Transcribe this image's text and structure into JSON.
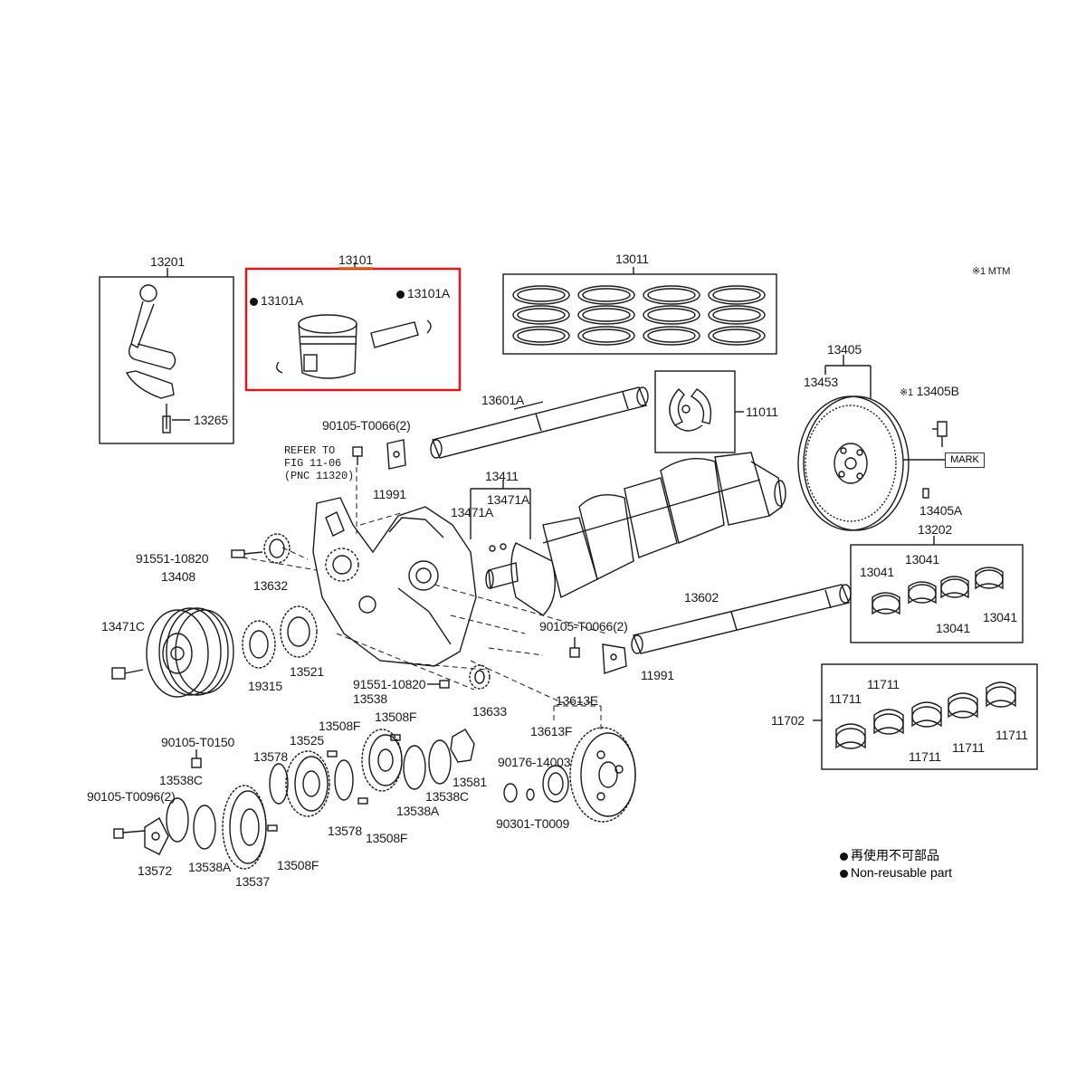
{
  "labels": {
    "p13201": "13201",
    "p13101": "13101",
    "p13101a_left": "13101A",
    "p13101a_right": "13101A",
    "p13011": "13011",
    "p13265": "13265",
    "p13601a": "13601A",
    "p11011": "11011",
    "p13405": "13405",
    "p13453": "13453",
    "p13405b": "13405B",
    "p13405b_mark": "※1",
    "p13405a": "13405A",
    "p13202": "13202",
    "p13041_a": "13041",
    "p13041_b": "13041",
    "p13041_c": "13041",
    "p13041_d": "13041",
    "p90105_t0066_top": "90105-T0066(2)",
    "p11991_top": "11991",
    "refer_line1": "REFER TO",
    "refer_line2": "FIG 11-06",
    "refer_line3": "(PNC 11320)",
    "p13411": "13411",
    "p13471a_a": "13471A",
    "p13471a_b": "13471A",
    "p91551_top": "91551-10820",
    "p13408": "13408",
    "p13632": "13632",
    "p13471c": "13471C",
    "p19315": "19315",
    "p13521": "13521",
    "p13602": "13602",
    "p90105_t0066_mid": "90105-T0066(2)",
    "p11991_mid": "11991",
    "p11702": "11702",
    "p11711_a": "11711",
    "p11711_b": "11711",
    "p11711_c": "11711",
    "p11711_d": "11711",
    "p11711_e": "11711",
    "p91551_mid": "91551-10820",
    "p13538": "13538",
    "p13633": "13633",
    "p13613e": "13613E",
    "p13613f": "13613F",
    "p90105_t0150": "90105-T0150",
    "p13508f_a": "13508F",
    "p13508f_b": "13508F",
    "p13508f_c": "13508F",
    "p13508f_d": "13508F",
    "p13525": "13525",
    "p13578_a": "13578",
    "p13578_b": "13578",
    "p13538c_a": "13538C",
    "p13538c_b": "13538C",
    "p90105_t0096": "90105-T0096(2)",
    "p13538a_a": "13538A",
    "p13538a_b": "13538A",
    "p13581": "13581",
    "p90176": "90176-14003",
    "p90301": "90301-T0009",
    "p13572": "13572",
    "p13537": "13537"
  },
  "note_mtm": "※1 MTM",
  "mark_label": "MARK",
  "legend": {
    "jp": "再使用不可部品",
    "en": "Non-reusable part"
  },
  "colors": {
    "highlight_box": "#e0161b",
    "highlight_text_underline": "#d4781a",
    "line_art": "#1a1a1a"
  }
}
